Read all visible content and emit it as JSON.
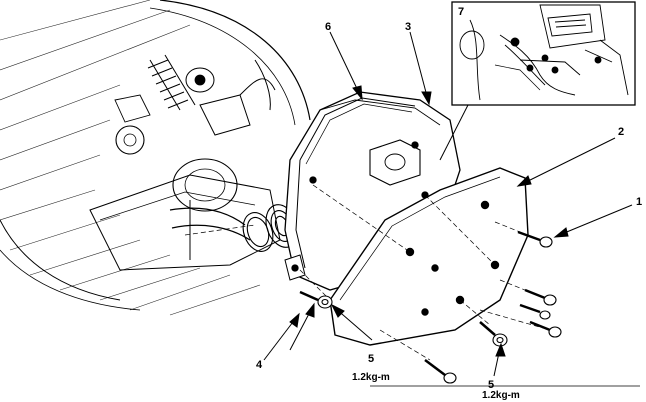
{
  "callouts": {
    "c1": "1",
    "c2": "2",
    "c3": "3",
    "c4": "4",
    "c5a": "5",
    "c5b": "5",
    "c6": "6",
    "c7": "7"
  },
  "torque": {
    "t1": "1.2kg-m",
    "t2": "1.2kg-m"
  }
}
